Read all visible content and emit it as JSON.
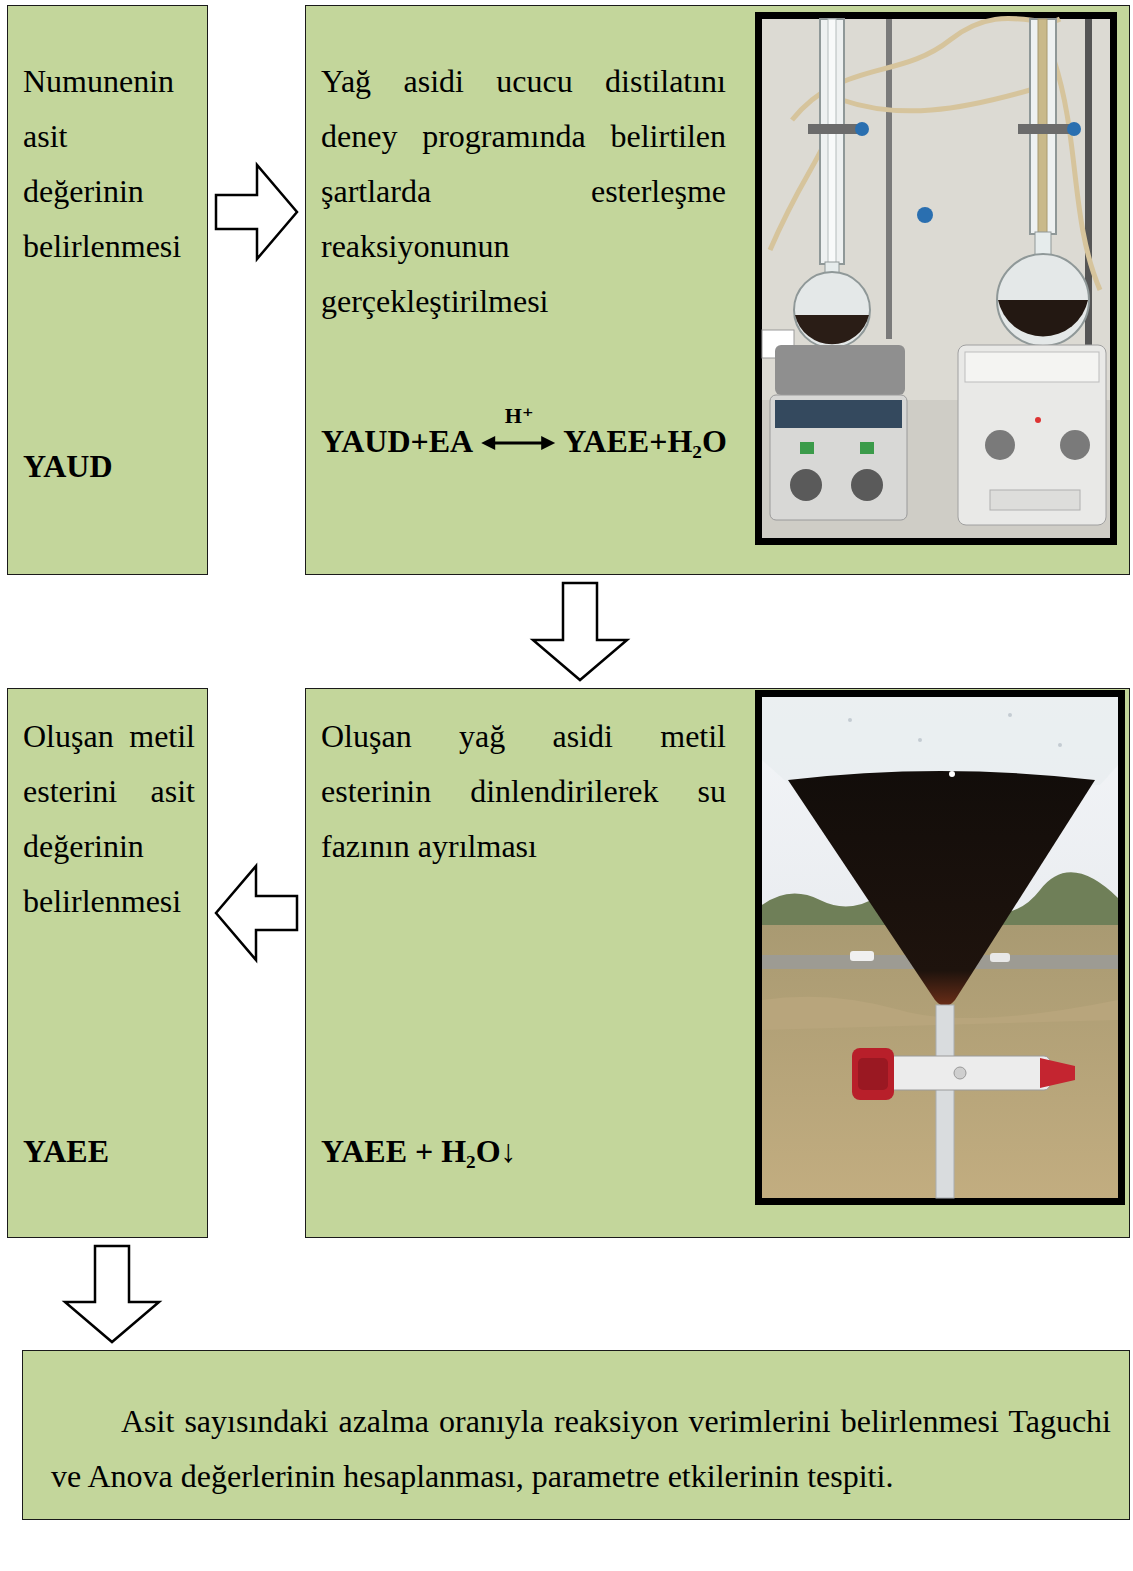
{
  "diagram": {
    "nodes": [
      {
        "text": [
          "Numunenin asit değerinin belirlenmesi",
          "YAUD"
        ]
      },
      {
        "text": [
          "Yağ asidi ucucu distilatını deney programında belirtilen şartlarda esterleşme reaksiyonunun gerçekleştirilmesi",
          "YAUD+EA",
          "H⁺",
          "YAEE+H₂O"
        ]
      },
      {
        "text": [
          "Oluşan yağ asidi metil esterinin dinlendirilerek su fazının ayrılması",
          "YAEE + H₂O↓"
        ]
      },
      {
        "text": [
          "Oluşan metil esterini asit değerinin belirlenmesi",
          "YAEE"
        ]
      },
      {
        "text": [
          "Asit sayısındaki azalma oranıyla reaksiyon verimlerini belirlenmesi Taguchi ve Anova değerlerinin hesaplanması, parametre etkilerinin tespiti."
        ]
      }
    ],
    "edges": [
      {
        "from": 0,
        "to": 1,
        "arrow": "to"
      },
      {
        "from": 1,
        "to": 2,
        "arrow": "to"
      },
      {
        "from": 2,
        "to": 3,
        "arrow": "to"
      },
      {
        "from": 3,
        "to": 4,
        "arrow": "to"
      }
    ]
  }
}
